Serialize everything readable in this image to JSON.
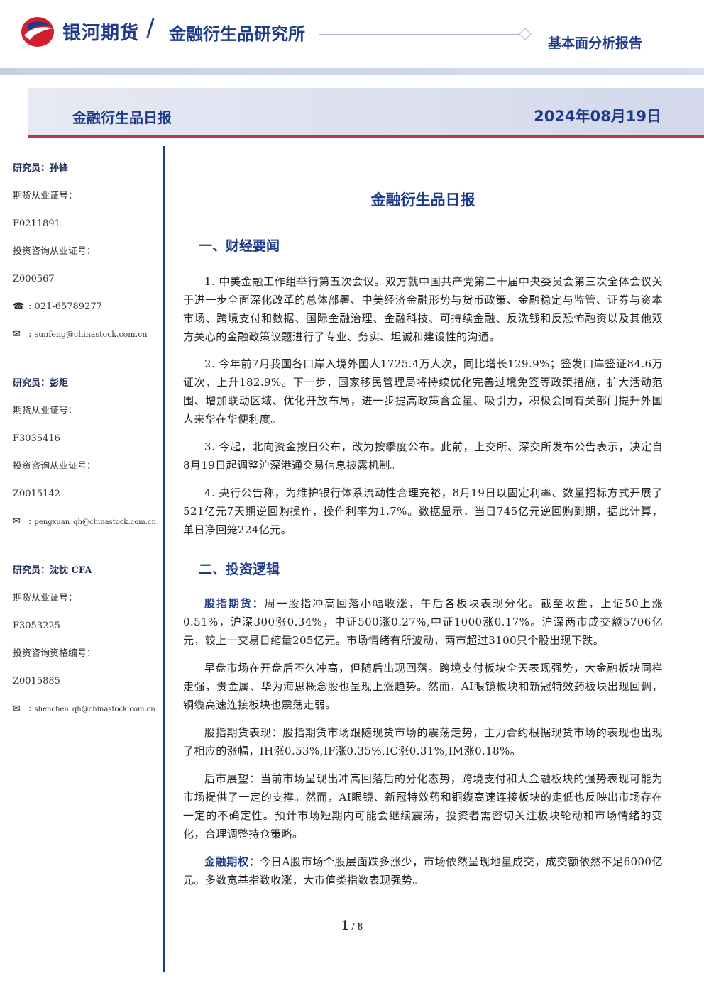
{
  "header": {
    "brand": "银河期货",
    "slash": "/",
    "institute": "金融衍生品研究所",
    "report_type": "基本面分析报告",
    "logo_color": "#d0202e",
    "brand_color": "#1e3a8a"
  },
  "title_bar": {
    "left": "金融衍生品日报",
    "date": "2024年08月19日",
    "accent_color": "#b23a48"
  },
  "sidebar": {
    "analysts": [
      {
        "name": "研究员：孙锋",
        "label1": "期货从业证号：",
        "value1": "F0211891",
        "label2": "投资咨询从业证号：",
        "value2": "Z000567",
        "phone": "021-65789277",
        "email": "sunfeng@chinastock.com.cn"
      },
      {
        "name": "研究员：彭炬",
        "label1": "期货从业证号：",
        "value1": "F3035416",
        "label2": "投资咨询从业证号：",
        "value2": "Z0015142",
        "email": "pengxuan_qh@chinastock.com.cn"
      },
      {
        "name": "研究员：沈忱 CFA",
        "label1": "期货从业证号：",
        "value1": "F3053225",
        "label2": "投资咨询资格编号：",
        "value2": "Z0015885",
        "email": "shenchen_qh@chinastock.com.cn"
      }
    ],
    "phone_icon": "phone-icon",
    "email_icon": "email-icon"
  },
  "main": {
    "title": "金融衍生品日报",
    "section1": "一、财经要闻",
    "news": [
      "1. 中美金融工作组举行第五次会议。双方就中国共产党第二十届中央委员会第三次全体会议关于进一步全面深化改革的总体部署、中美经济金融形势与货币政策、金融稳定与监管、证券与资本市场、跨境支付和数据、国际金融治理、金融科技、可持续金融、反洗钱和反恐怖融资以及其他双方关心的金融政策议题进行了专业、务实、坦诚和建设性的沟通。",
      "2. 今年前7月我国各口岸入境外国人1725.4万人次，同比增长129.9%；签发口岸签证84.6万证次，上升182.9%。下一步，国家移民管理局将持续优化完善过境免签等政策措施，扩大活动范围、增加联动区域、优化开放布局，进一步提高政策含金量、吸引力，积极会同有关部门提升外国人来华在华便利度。",
      "3. 今起，北向资金按日公布，改为按季度公布。此前，上交所、深交所发布公告表示，决定自8月19日起调整沪深港通交易信息披露机制。",
      "4. 央行公告称，为维护银行体系流动性合理充裕，8月19日以固定利率、数量招标方式开展了521亿元7天期逆回购操作，操作利率为1.7%。数据显示，当日745亿元逆回购到期，据此计算，单日净回笼224亿元。"
    ],
    "section2": "二、投资逻辑",
    "p1_lead": "股指期货：",
    "p1_text": "周一股指冲高回落小幅收涨，午后各板块表现分化。截至收盘，上证50上涨0.51%，沪深300涨0.34%，中证500涨0.27%,中证1000涨0.17%。沪深两市成交额5706亿元，较上一交易日缩量205亿元。市场情绪有所波动，两市超过3100只个股出现下跌。",
    "p2": "早盘市场在开盘后不久冲高，但随后出现回落。跨境支付板块全天表现强势，大金融板块同样走强，贵金属、华为海思概念股也呈现上涨趋势。然而，AI眼镜板块和新冠特效药板块出现回调，铜缆高速连接板块也震荡走弱。",
    "p3": "股指期货表现：股指期货市场跟随现货市场的震荡走势，主力合约根据现货市场的表现也出现了相应的涨幅，IH涨0.53%,IF涨0.35%,IC涨0.31%,IM涨0.18%。",
    "p4": "后市展望：当前市场呈现出冲高回落后的分化态势，跨境支付和大金融板块的强势表现可能为市场提供了一定的支撑。然而，AI眼镜、新冠特效药和铜缆高速连接板块的走低也反映出市场存在一定的不确定性。预计市场短期内可能会继续震荡，投资者需密切关注板块轮动和市场情绪的变化，合理调整持仓策略。",
    "p5_lead": "金融期权：",
    "p5_text": "今日A股市场个股层面跌多涨少，市场依然呈现地量成交，成交额依然不足6000亿元。多数宽基指数收涨，大市值类指数表现强势。"
  },
  "footer": {
    "page": "1",
    "total": "/ 8"
  }
}
